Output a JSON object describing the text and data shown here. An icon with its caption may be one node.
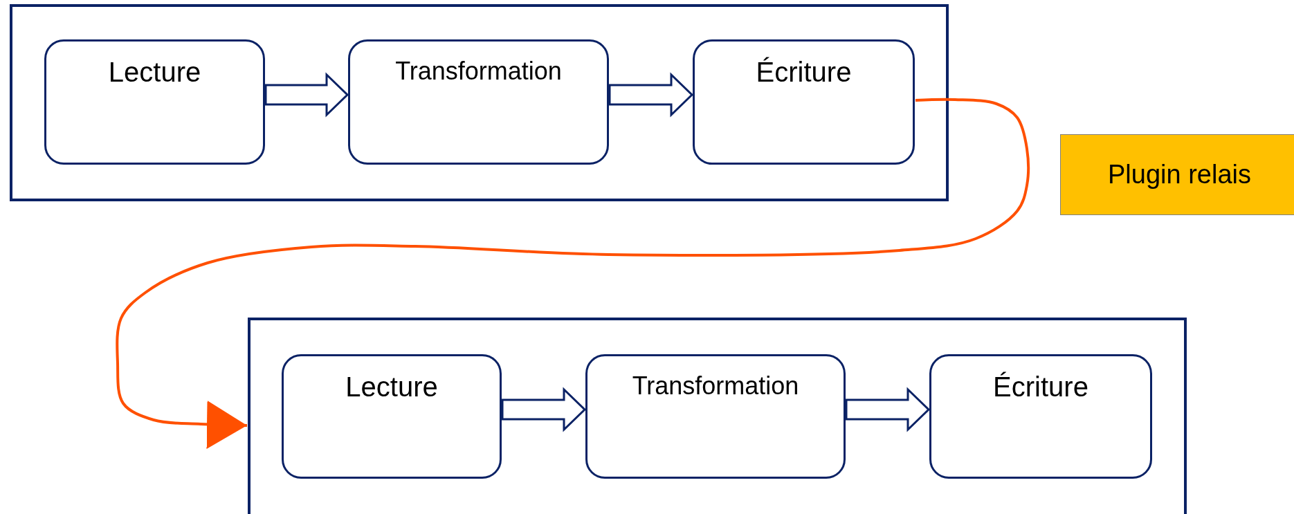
{
  "diagram": {
    "nodes": [
      {
        "text": [],
        "shape": "box"
      },
      {
        "text": [
          "Lecture"
        ],
        "in": 0
      },
      {
        "text": [
          "Transformation"
        ],
        "in": 0
      },
      {
        "text": [
          "Écriture"
        ],
        "in": 0
      },
      {
        "text": [],
        "shape": "box"
      },
      {
        "text": [
          "Lecture"
        ],
        "in": 4
      },
      {
        "text": [
          "Transformation"
        ],
        "in": 4
      },
      {
        "text": [
          "Écriture"
        ],
        "in": 4
      },
      {
        "text": [
          "Plugin relais"
        ]
      }
    ],
    "edges": [
      {
        "from": 1,
        "to": 2,
        "arrow": "to"
      },
      {
        "from": 2,
        "to": 3,
        "arrow": "to"
      },
      {
        "from": 3,
        "to": 4,
        "arrow": "to",
        "color": "#ff5000"
      },
      {
        "from": 5,
        "to": 6,
        "arrow": "to"
      },
      {
        "from": 6,
        "to": 7,
        "arrow": "to"
      }
    ]
  }
}
